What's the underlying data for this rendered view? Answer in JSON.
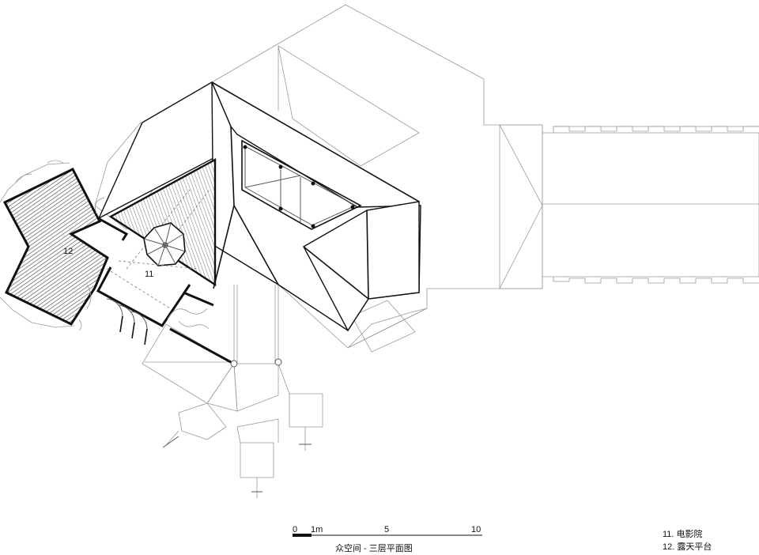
{
  "plan": {
    "rooms": [
      {
        "number": "11",
        "name": "电影院"
      },
      {
        "number": "12",
        "name": "露天平台"
      }
    ]
  },
  "scale_bar": {
    "ticks": [
      "0",
      "1m",
      "5",
      "10"
    ]
  },
  "title": "众空间 - 三层平面图",
  "legend": [
    "11. 电影院",
    "12. 露天平台"
  ]
}
